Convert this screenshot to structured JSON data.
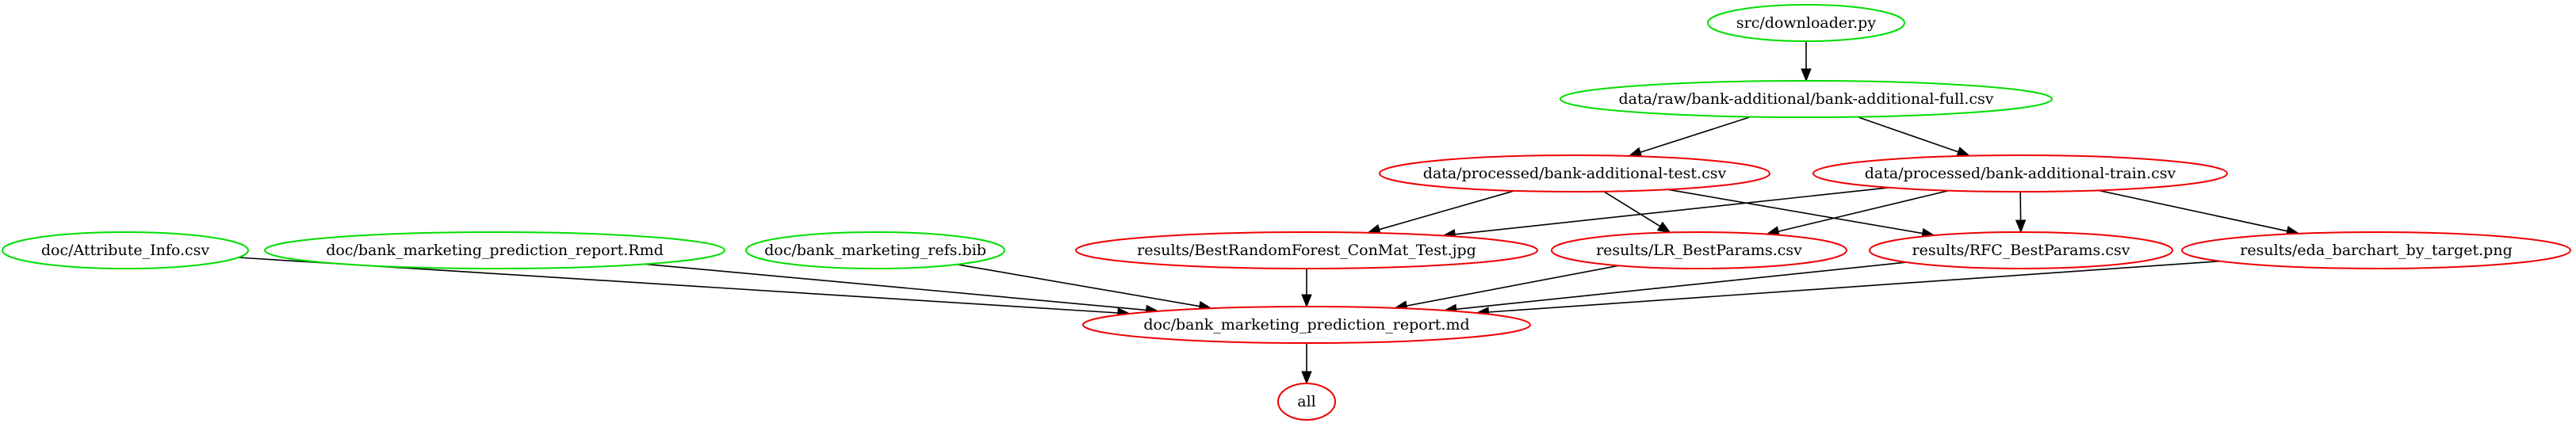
{
  "diagram": {
    "colors": {
      "source_node": "#00dd00",
      "derived_node": "#ee0000",
      "edge": "#000000"
    },
    "nodes": [
      {
        "id": "downloader",
        "label": "src/downloader.py",
        "kind": "source"
      },
      {
        "id": "raw_full",
        "label": "data/raw/bank-additional/bank-additional-full.csv",
        "kind": "source"
      },
      {
        "id": "proc_test",
        "label": "data/processed/bank-additional-test.csv",
        "kind": "derived"
      },
      {
        "id": "proc_train",
        "label": "data/processed/bank-additional-train.csv",
        "kind": "derived"
      },
      {
        "id": "attr_info",
        "label": "doc/Attribute_Info.csv",
        "kind": "source"
      },
      {
        "id": "report_rmd",
        "label": "doc/bank_marketing_prediction_report.Rmd",
        "kind": "source"
      },
      {
        "id": "refs_bib",
        "label": "doc/bank_marketing_refs.bib",
        "kind": "source"
      },
      {
        "id": "rf_conmat",
        "label": "results/BestRandomForest_ConMat_Test.jpg",
        "kind": "derived"
      },
      {
        "id": "lr_params",
        "label": "results/LR_BestParams.csv",
        "kind": "derived"
      },
      {
        "id": "rfc_params",
        "label": "results/RFC_BestParams.csv",
        "kind": "derived"
      },
      {
        "id": "eda_barchart",
        "label": "results/eda_barchart_by_target.png",
        "kind": "derived"
      },
      {
        "id": "report_md",
        "label": "doc/bank_marketing_prediction_report.md",
        "kind": "derived"
      },
      {
        "id": "all",
        "label": "all",
        "kind": "derived"
      }
    ],
    "edges": [
      {
        "from": "downloader",
        "to": "raw_full"
      },
      {
        "from": "raw_full",
        "to": "proc_test"
      },
      {
        "from": "raw_full",
        "to": "proc_train"
      },
      {
        "from": "proc_test",
        "to": "rf_conmat"
      },
      {
        "from": "proc_test",
        "to": "lr_params"
      },
      {
        "from": "proc_test",
        "to": "rfc_params"
      },
      {
        "from": "proc_train",
        "to": "rf_conmat"
      },
      {
        "from": "proc_train",
        "to": "lr_params"
      },
      {
        "from": "proc_train",
        "to": "rfc_params"
      },
      {
        "from": "proc_train",
        "to": "eda_barchart"
      },
      {
        "from": "attr_info",
        "to": "report_md"
      },
      {
        "from": "report_rmd",
        "to": "report_md"
      },
      {
        "from": "refs_bib",
        "to": "report_md"
      },
      {
        "from": "rf_conmat",
        "to": "report_md"
      },
      {
        "from": "lr_params",
        "to": "report_md"
      },
      {
        "from": "rfc_params",
        "to": "report_md"
      },
      {
        "from": "eda_barchart",
        "to": "report_md"
      },
      {
        "from": "report_md",
        "to": "all"
      }
    ]
  }
}
